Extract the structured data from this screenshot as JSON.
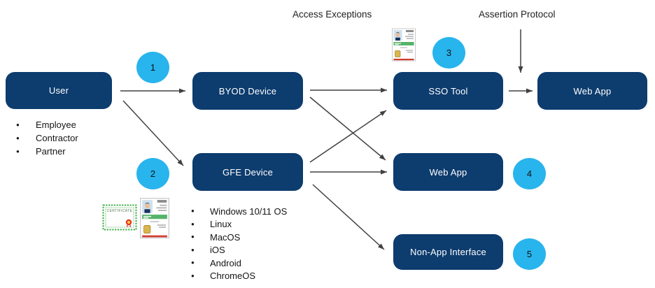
{
  "flow_labels": {
    "access_exceptions": "Access Exceptions",
    "assertion_protocol": "Assertion Protocol"
  },
  "nodes": {
    "user": "User",
    "byod": "BYOD Device",
    "gfe": "GFE Device",
    "sso": "SSO Tool",
    "web_app_top": "Web App",
    "web_app_mid": "Web App",
    "non_app": "Non-App Interface"
  },
  "step_badges": [
    "1",
    "2",
    "3",
    "4",
    "5"
  ],
  "user_types": [
    "Employee",
    "Contractor",
    "Partner"
  ],
  "gfe_os": [
    "Windows 10/11 OS",
    "Linux",
    "MacOS",
    "iOS",
    "Android",
    "ChromeOS"
  ],
  "icons": {
    "certificate": "certificate-icon",
    "id_badge_gfe": "id-badge-icon",
    "id_badge_sso": "id-badge-icon"
  },
  "certificate_text": "CERTIFICATE",
  "colors": {
    "node_fill": "#0d3c6e",
    "node_text": "#ffffff",
    "step_fill": "#28b4ec",
    "arrow": "#404040"
  }
}
